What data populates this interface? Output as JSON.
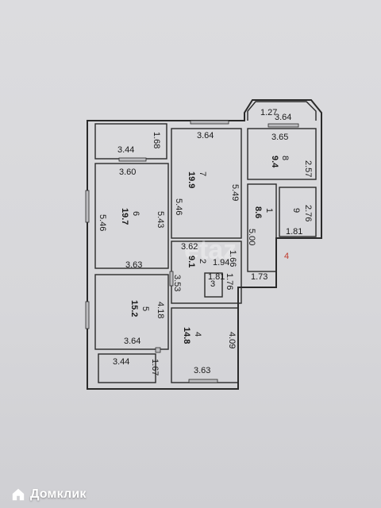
{
  "rooms": [
    {
      "id": "r1",
      "number": "1",
      "area": "8.6"
    },
    {
      "id": "r2",
      "number": "2",
      "area": "9.1"
    },
    {
      "id": "r3",
      "number": "3",
      "area": ""
    },
    {
      "id": "r4",
      "number": "4",
      "area": "14.8"
    },
    {
      "id": "r5",
      "number": "5",
      "area": "15.2"
    },
    {
      "id": "r6",
      "number": "6",
      "area": "19.7"
    },
    {
      "id": "r7",
      "number": "7",
      "area": "19.9"
    },
    {
      "id": "r8",
      "number": "8",
      "area": "9.4"
    },
    {
      "id": "r9",
      "number": "9",
      "area": ""
    }
  ],
  "dimensions": {
    "d_127": "1.27",
    "d_364_top": "3.64",
    "d_365": "3.65",
    "d_257": "2.57",
    "d_364_r7": "3.64",
    "d_549": "5.49",
    "d_546_r7": "5.46",
    "d_168": "1.68",
    "d_344_top": "3.44",
    "d_360": "3.60",
    "d_546_r6": "5.46",
    "d_543": "5.43",
    "d_363_r6": "3.63",
    "d_276": "2.76",
    "d_181_r9": "1.81",
    "d_500": "5.00",
    "d_362": "3.62",
    "d_166": "1.66",
    "d_194": "1.94",
    "d_353": "3.53",
    "d_181_r3": "1.81",
    "d_176": "1.76",
    "d_173": "1.73",
    "d_418": "4.18",
    "d_364_r5": "3.64",
    "d_409": "4.09",
    "d_344_bot": "3.44",
    "d_167": "1.67",
    "d_363_r4": "3.63"
  },
  "marker": "4",
  "watermark": "etaz",
  "brand": {
    "name": "Домклик",
    "icon": "house-logo-icon"
  }
}
